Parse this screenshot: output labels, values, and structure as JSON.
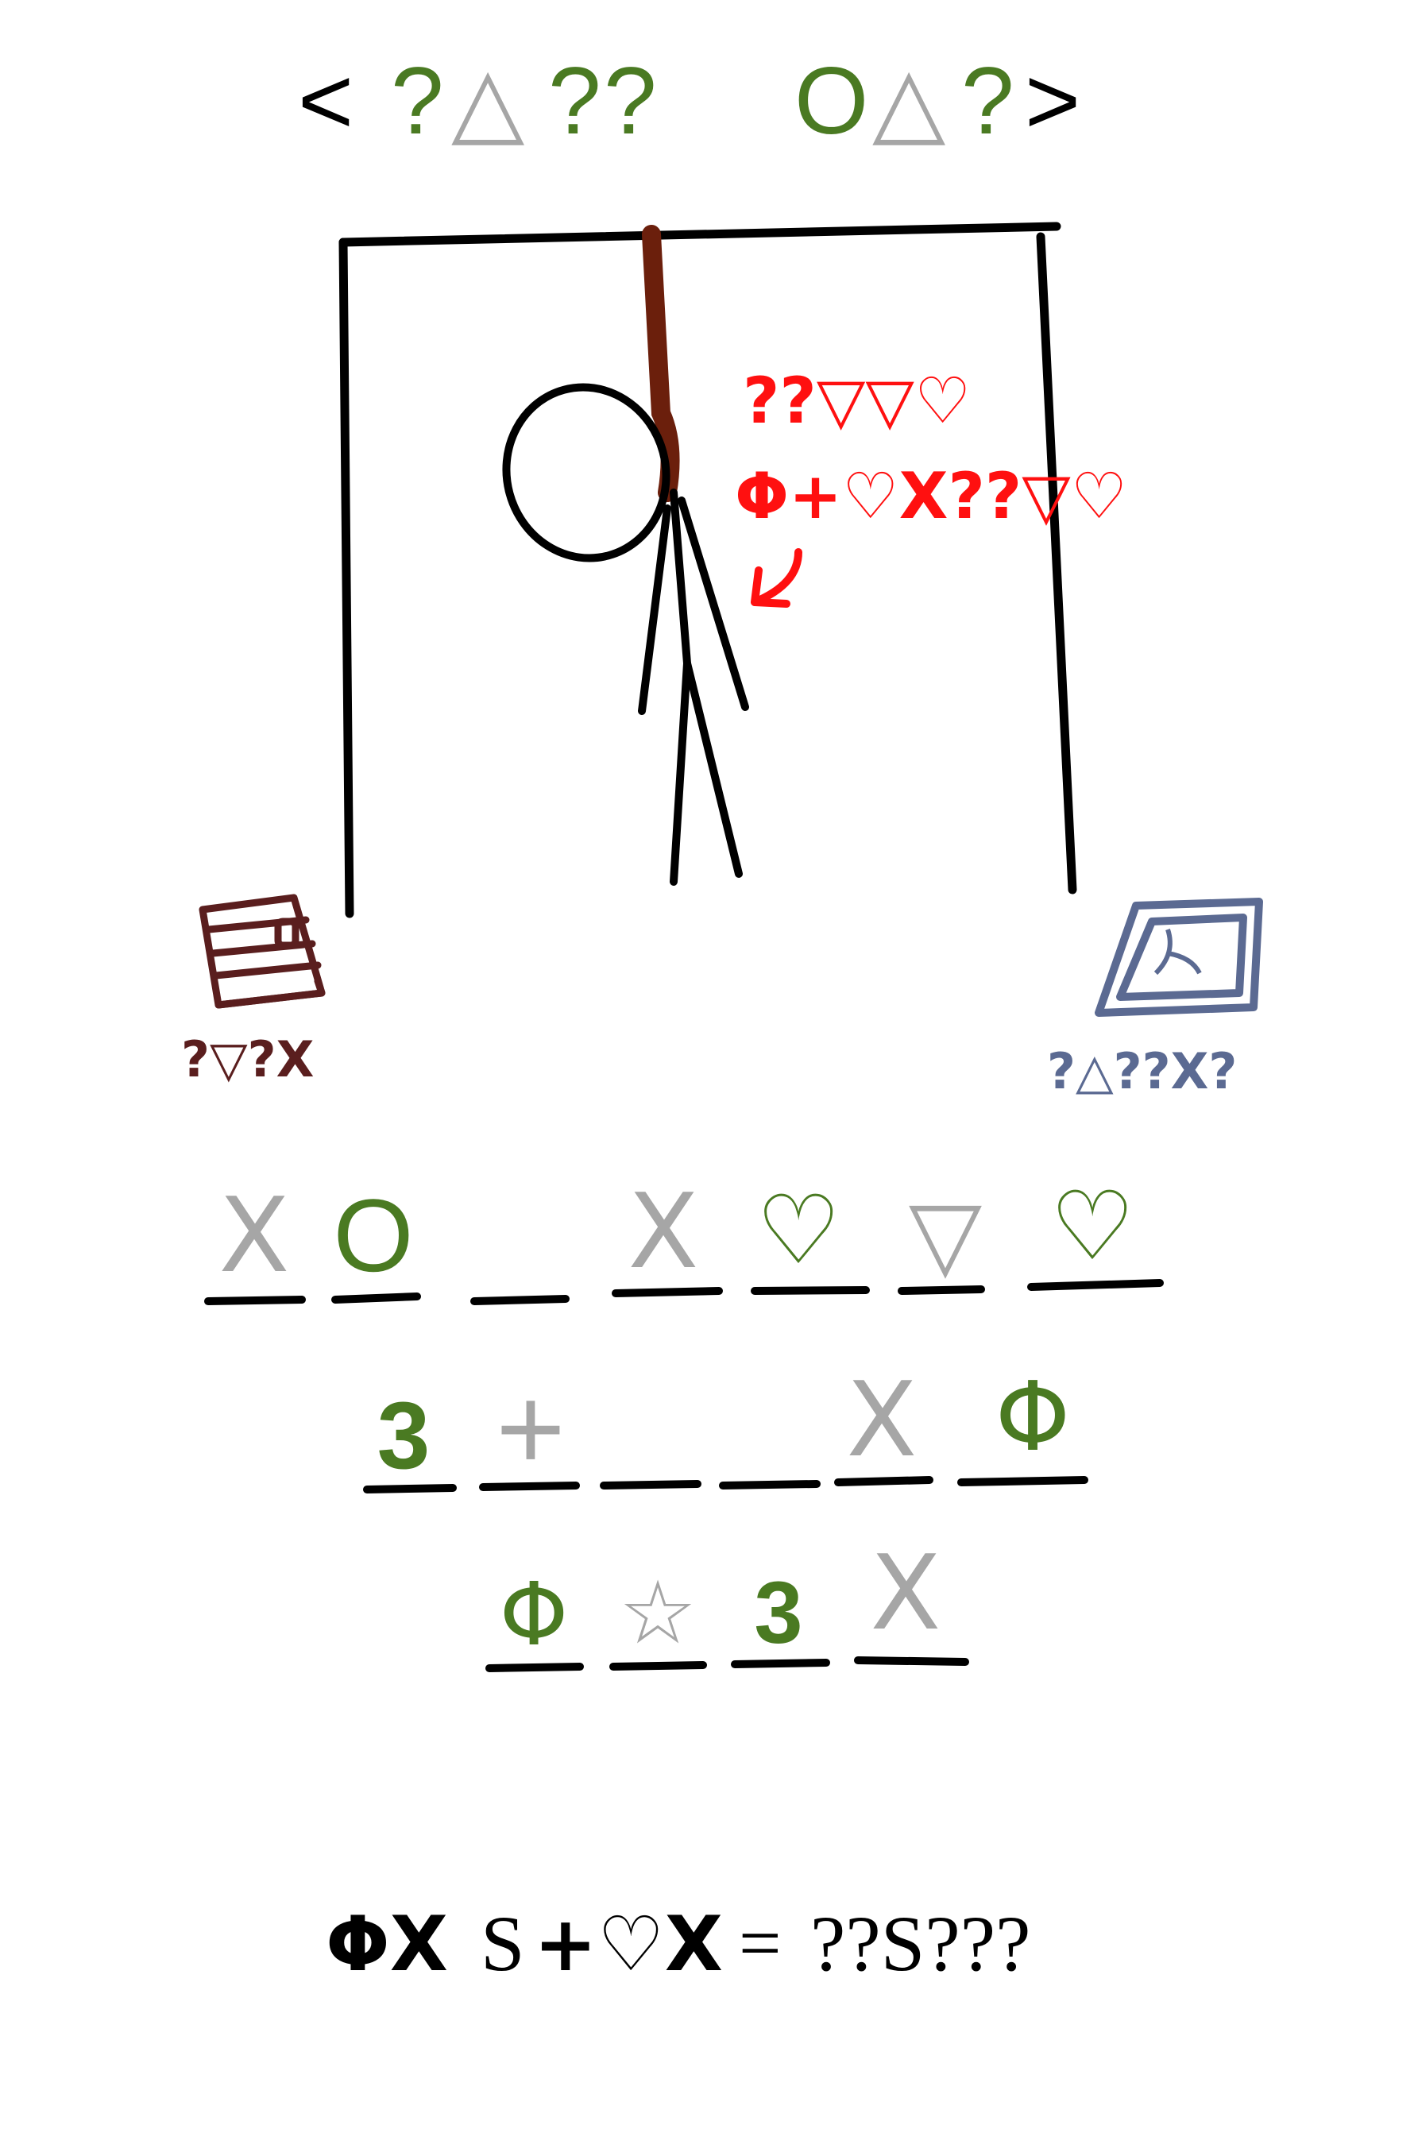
{
  "colors": {
    "green": "#4a7a22",
    "gray": "#a6a6a6",
    "black": "#000000",
    "red": "#ff1010",
    "rope": "#6b1f0c",
    "book": "#5a1e1e",
    "tablet": "#5b6a92"
  },
  "title": {
    "open": "<",
    "close": ">",
    "word1": [
      {
        "ch": "?",
        "color": "green"
      },
      {
        "ch": "△",
        "color": "gray"
      },
      {
        "ch": "?",
        "color": "green"
      },
      {
        "ch": "?",
        "color": "green"
      }
    ],
    "word2": [
      {
        "ch": "O",
        "color": "green"
      },
      {
        "ch": "△",
        "color": "gray"
      },
      {
        "ch": "?",
        "color": "green"
      }
    ]
  },
  "caption": {
    "line1": "??▽▽♡",
    "line2": "Φ+♡Ⅹ??▽♡"
  },
  "book": {
    "icon": "book-icon",
    "label": "?▽?Ⅹ"
  },
  "tablet": {
    "icon": "tablet-icon",
    "label": "?△??Ⅹ?"
  },
  "puzzle": {
    "rows": [
      [
        "Ⅹ",
        "O",
        "",
        "Ⅹ",
        "♡",
        "▽",
        "♡"
      ],
      [
        "3",
        "+",
        "",
        "",
        "Ⅹ",
        "Φ"
      ],
      [
        "Φ",
        "☆",
        "3",
        "Ⅹ"
      ]
    ],
    "row_colors": [
      [
        "gray",
        "green",
        "",
        "gray",
        "green",
        "gray",
        "green"
      ],
      [
        "green",
        "gray",
        "",
        "",
        "gray",
        "green"
      ],
      [
        "green",
        "gray",
        "green",
        "gray"
      ]
    ]
  },
  "equation": {
    "lhs_symbols_1": "ΦⅩ",
    "lhs_s": "S",
    "lhs_symbols_2": "+♡Ⅹ",
    "equals": "=",
    "rhs": "??S???"
  }
}
